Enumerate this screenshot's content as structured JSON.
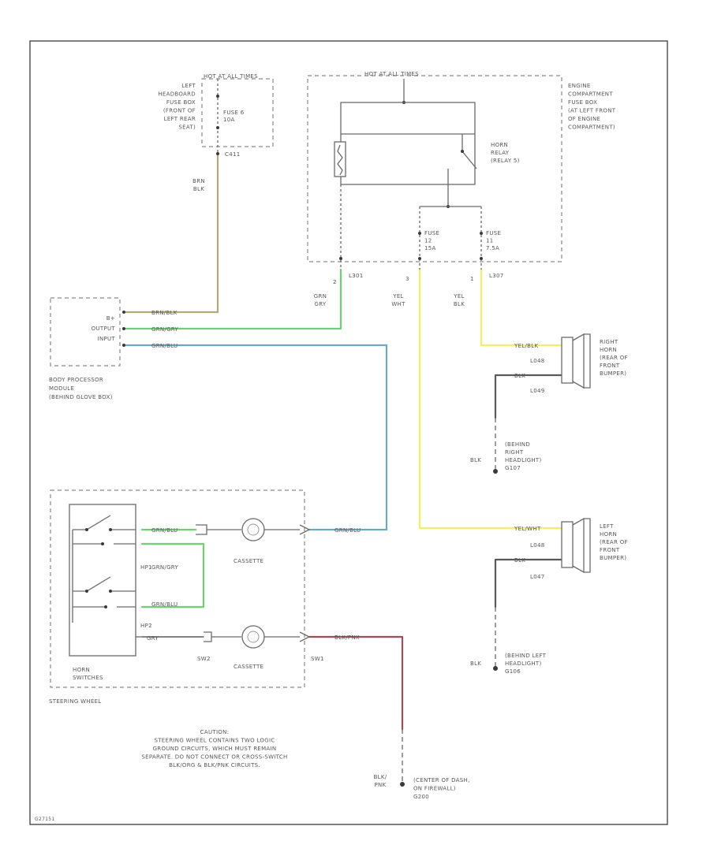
{
  "colors": {
    "tan": "#b8a878",
    "green": "#6bd36b",
    "teal": "#6aaac0",
    "yellow": "#f0f060",
    "red": "#a04a5a",
    "gray": "#5a5a5a"
  },
  "labels": {
    "hot_at_all_times_top_left": "HOT AT ALL TIMES",
    "left_fuse_box": [
      "LEFT",
      "HEADBOARD",
      "FUSE BOX",
      "(FRONT OF",
      "LEFT REAR",
      "SEAT)"
    ],
    "fuse_6": [
      "FUSE 6",
      "10A"
    ],
    "c411": "C411",
    "brn_blk": [
      "BRN",
      "BLK"
    ],
    "hot_at_all_times_top_right": "HOT AT ALL TIMES",
    "engine_fuse_box": [
      "ENGINE",
      "COMPARTMENT",
      "FUSE BOX",
      "(AT LEFT FRONT",
      "OF ENGINE",
      "COMPARTMENT)"
    ],
    "horn_relay": [
      "HORN",
      "RELAY",
      "(RELAY 5)"
    ],
    "fuse_12": [
      "FUSE",
      "12",
      "15A"
    ],
    "fuse_11": [
      "FUSE",
      "11",
      "7.5A"
    ],
    "l301": "L301",
    "l307": "L307",
    "grn_gry": [
      "GRN",
      "GRY"
    ],
    "yel_wht": [
      "YEL",
      "WHT"
    ],
    "yel_blk": [
      "YEL",
      "BLK"
    ],
    "pin_2": "2",
    "pin_3": "3",
    "pin_1": "1",
    "bpm_pins": [
      "B+",
      "OUTPUT",
      "INPUT"
    ],
    "bpm_wires": [
      "BRN/BLK",
      "GRN/GRY",
      "GRN/BLU"
    ],
    "bpm_name": [
      "BODY PROCESSOR",
      "MODULE",
      "(BEHIND GLOVE BOX)"
    ],
    "right_horn": [
      "RIGHT",
      "HORN",
      "(REAR OF",
      "FRONT",
      "BUMPER)"
    ],
    "right_horn_wires": [
      "YEL/BLK",
      "BLK"
    ],
    "l048_a": "L048",
    "l049": "L049",
    "blk_right": "BLK",
    "right_ground": [
      "(BEHIND",
      "RIGHT",
      "HEADLIGHT)",
      "G107"
    ],
    "left_horn": [
      "LEFT",
      "HORN",
      "(REAR OF",
      "FRONT",
      "BUMPER)"
    ],
    "left_horn_wires": [
      "YEL/WHT",
      "BLK"
    ],
    "l048_b": "L048",
    "l047": "L047",
    "blk_left": "BLK",
    "left_ground": [
      "(BEHIND LEFT",
      "HEADLIGHT)",
      "G106"
    ],
    "sw_wires": [
      "GRN/BLU",
      "GRN/GRY",
      "GRN/BLU"
    ],
    "hp1": "HP1",
    "hp2": "HP2",
    "gry": "GRY",
    "cassette_1": "CASSETTE",
    "cassette_2": "CASSETTE",
    "sw_to_bpm_wire": "GRN/BLU",
    "ground_wire": "BLK/PNK",
    "sw2": "SW2",
    "sw1": "SW1",
    "horn_switches": [
      "HORN",
      "SWITCHES"
    ],
    "steering_wheel": "STEERING WHEEL",
    "blk_pnk_bottom": [
      "BLK/",
      "PNK"
    ],
    "dash_ground": [
      "(CENTER OF DASH,",
      "ON FIREWALL)",
      "G200"
    ],
    "caution": [
      "CAUTION:",
      "STEERING WHEEL CONTAINS TWO LOGIC",
      "GROUND CIRCUITS, WHICH MUST REMAIN",
      "SEPARATE. DO NOT CONNECT OR CROSS-SWITCH",
      "BLK/ORG & BLK/PNK CIRCUITS."
    ],
    "figure_id": "G27151"
  }
}
